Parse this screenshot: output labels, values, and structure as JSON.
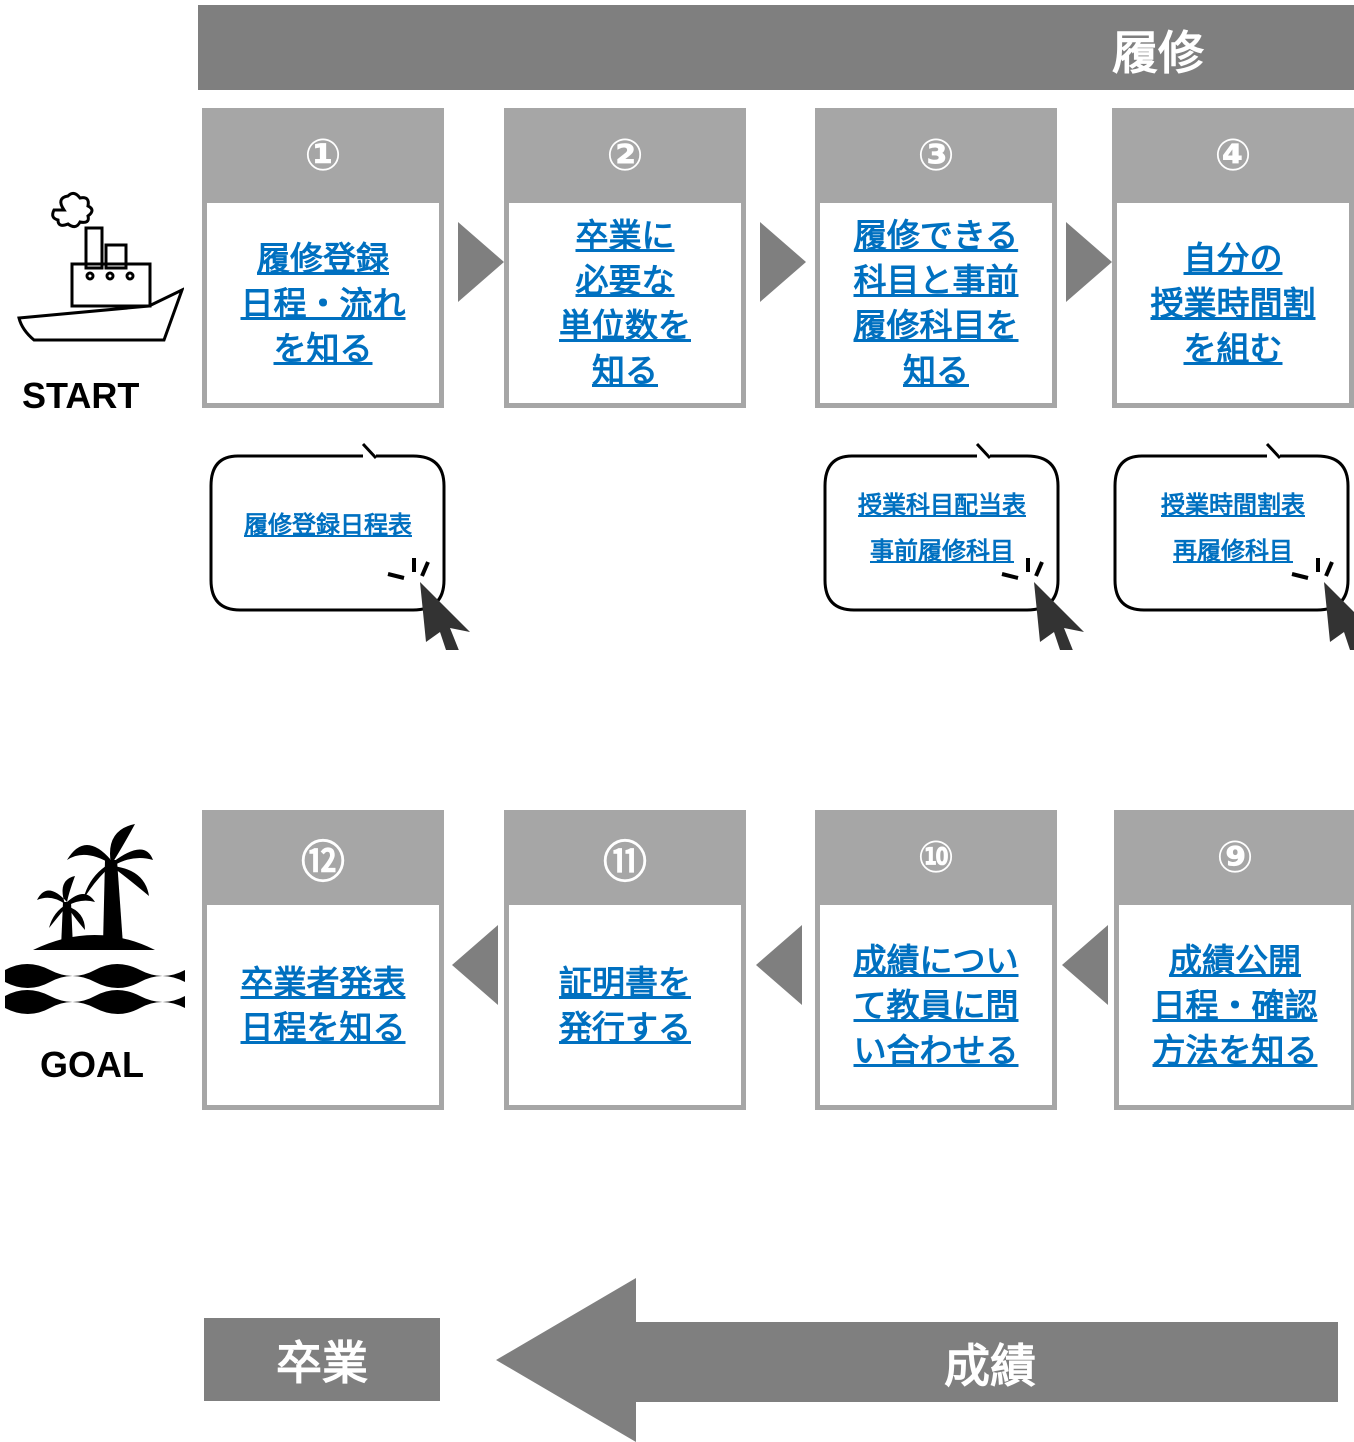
{
  "header": {
    "title": "履修"
  },
  "start": {
    "label": "START",
    "icon": "ship-icon"
  },
  "goal": {
    "label": "GOAL",
    "icon": "island-icon"
  },
  "steps_top": [
    {
      "num": "①",
      "text": "履修登録\n日程・流れ\nを知る"
    },
    {
      "num": "②",
      "text": "卒業に\n必要な\n単位数を\n知る"
    },
    {
      "num": "③",
      "text": "履修できる\n科目と事前\n履修科目を\n知る"
    },
    {
      "num": "④",
      "text": "自分の\n授業時間割\nを組む"
    }
  ],
  "steps_bottom": [
    {
      "num": "⑫",
      "text": "卒業者発表\n日程を知る"
    },
    {
      "num": "⑪",
      "text": "証明書を\n発行する"
    },
    {
      "num": "⑩",
      "text": "成績につい\nて教員に問\nい合わせる"
    },
    {
      "num": "⑨",
      "text": "成績公開\n日程・確認\n方法を知る"
    }
  ],
  "bubbles": [
    {
      "text": "履修登録日程表"
    },
    {
      "text": "授業科目配当表\n事前履修科目"
    },
    {
      "text": "授業時間割表\n再履修科目"
    }
  ],
  "footer": {
    "graduation": "卒業",
    "grades": "成績"
  },
  "colors": {
    "banner": "#7f7f7f",
    "step_header": "#a6a6a6",
    "link": "#0070c0"
  }
}
